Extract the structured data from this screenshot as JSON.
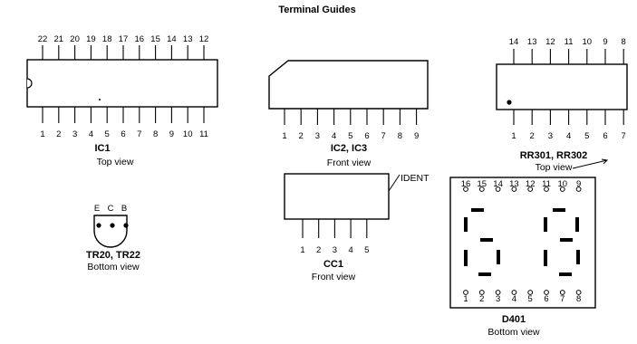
{
  "title": "Terminal Guides",
  "components": {
    "ic1": {
      "name": "IC1",
      "view": "Top view",
      "top_pins": [
        "22",
        "21",
        "20",
        "19",
        "18",
        "17",
        "16",
        "15",
        "14",
        "13",
        "12"
      ],
      "bottom_pins": [
        "1",
        "2",
        "3",
        "4",
        "5",
        "6",
        "7",
        "8",
        "9",
        "10",
        "11"
      ]
    },
    "ic2": {
      "name": "IC2, IC3",
      "view": "Front view",
      "pins": [
        "1",
        "2",
        "3",
        "4",
        "5",
        "6",
        "7",
        "8",
        "9"
      ]
    },
    "rr": {
      "name": "RR301, RR302",
      "view": "Top view",
      "top_pins": [
        "14",
        "13",
        "12",
        "11",
        "10",
        "9",
        "8"
      ],
      "bottom_pins": [
        "1",
        "2",
        "3",
        "4",
        "5",
        "6",
        "7"
      ]
    },
    "tr": {
      "name": "TR20, TR22",
      "view": "Bottom view",
      "pins": [
        "E",
        "C",
        "B"
      ]
    },
    "cc1": {
      "name": "CC1",
      "view": "Front view",
      "ident": "IDENT",
      "pins": [
        "1",
        "2",
        "3",
        "4",
        "5"
      ]
    },
    "d401": {
      "name": "D401",
      "view": "Bottom view",
      "top_pins": [
        "16",
        "15",
        "14",
        "13",
        "12",
        "11",
        "10",
        "9"
      ],
      "bottom_pins": [
        "1",
        "2",
        "3",
        "4",
        "5",
        "6",
        "7",
        "8"
      ]
    }
  }
}
